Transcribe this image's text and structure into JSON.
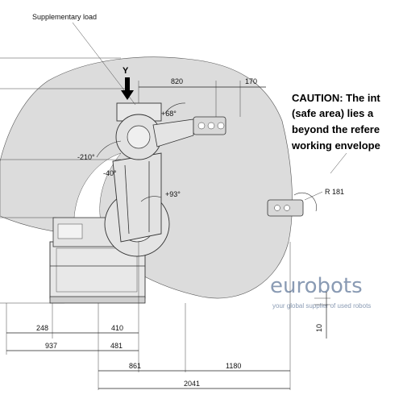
{
  "annotations": {
    "supplementary_load": "Supplementary load",
    "axis_label": "Y",
    "radius_label": "R 181"
  },
  "angles": {
    "plus_68": "+68°",
    "minus_210": "-210°",
    "minus_40": "-40°",
    "plus_93": "+93°"
  },
  "dimensions": {
    "d820": "820",
    "d170": "170",
    "d248": "248",
    "d410": "410",
    "d937": "937",
    "d481": "481",
    "d861": "861",
    "d1180": "1180",
    "d2041": "2041",
    "d10": "10"
  },
  "caution": {
    "line1": "CAUTION: The int",
    "line2": "(safe  area)  lies  a",
    "line3": "beyond the refere",
    "line4": "working envelope"
  },
  "watermark": {
    "brand": "eurobots",
    "tagline": "your global supplier of used robots"
  },
  "colors": {
    "envelope_fill": "#dcdcdc",
    "robot_fill": "#e6e6e6",
    "watermark": "#8a9bb4"
  }
}
